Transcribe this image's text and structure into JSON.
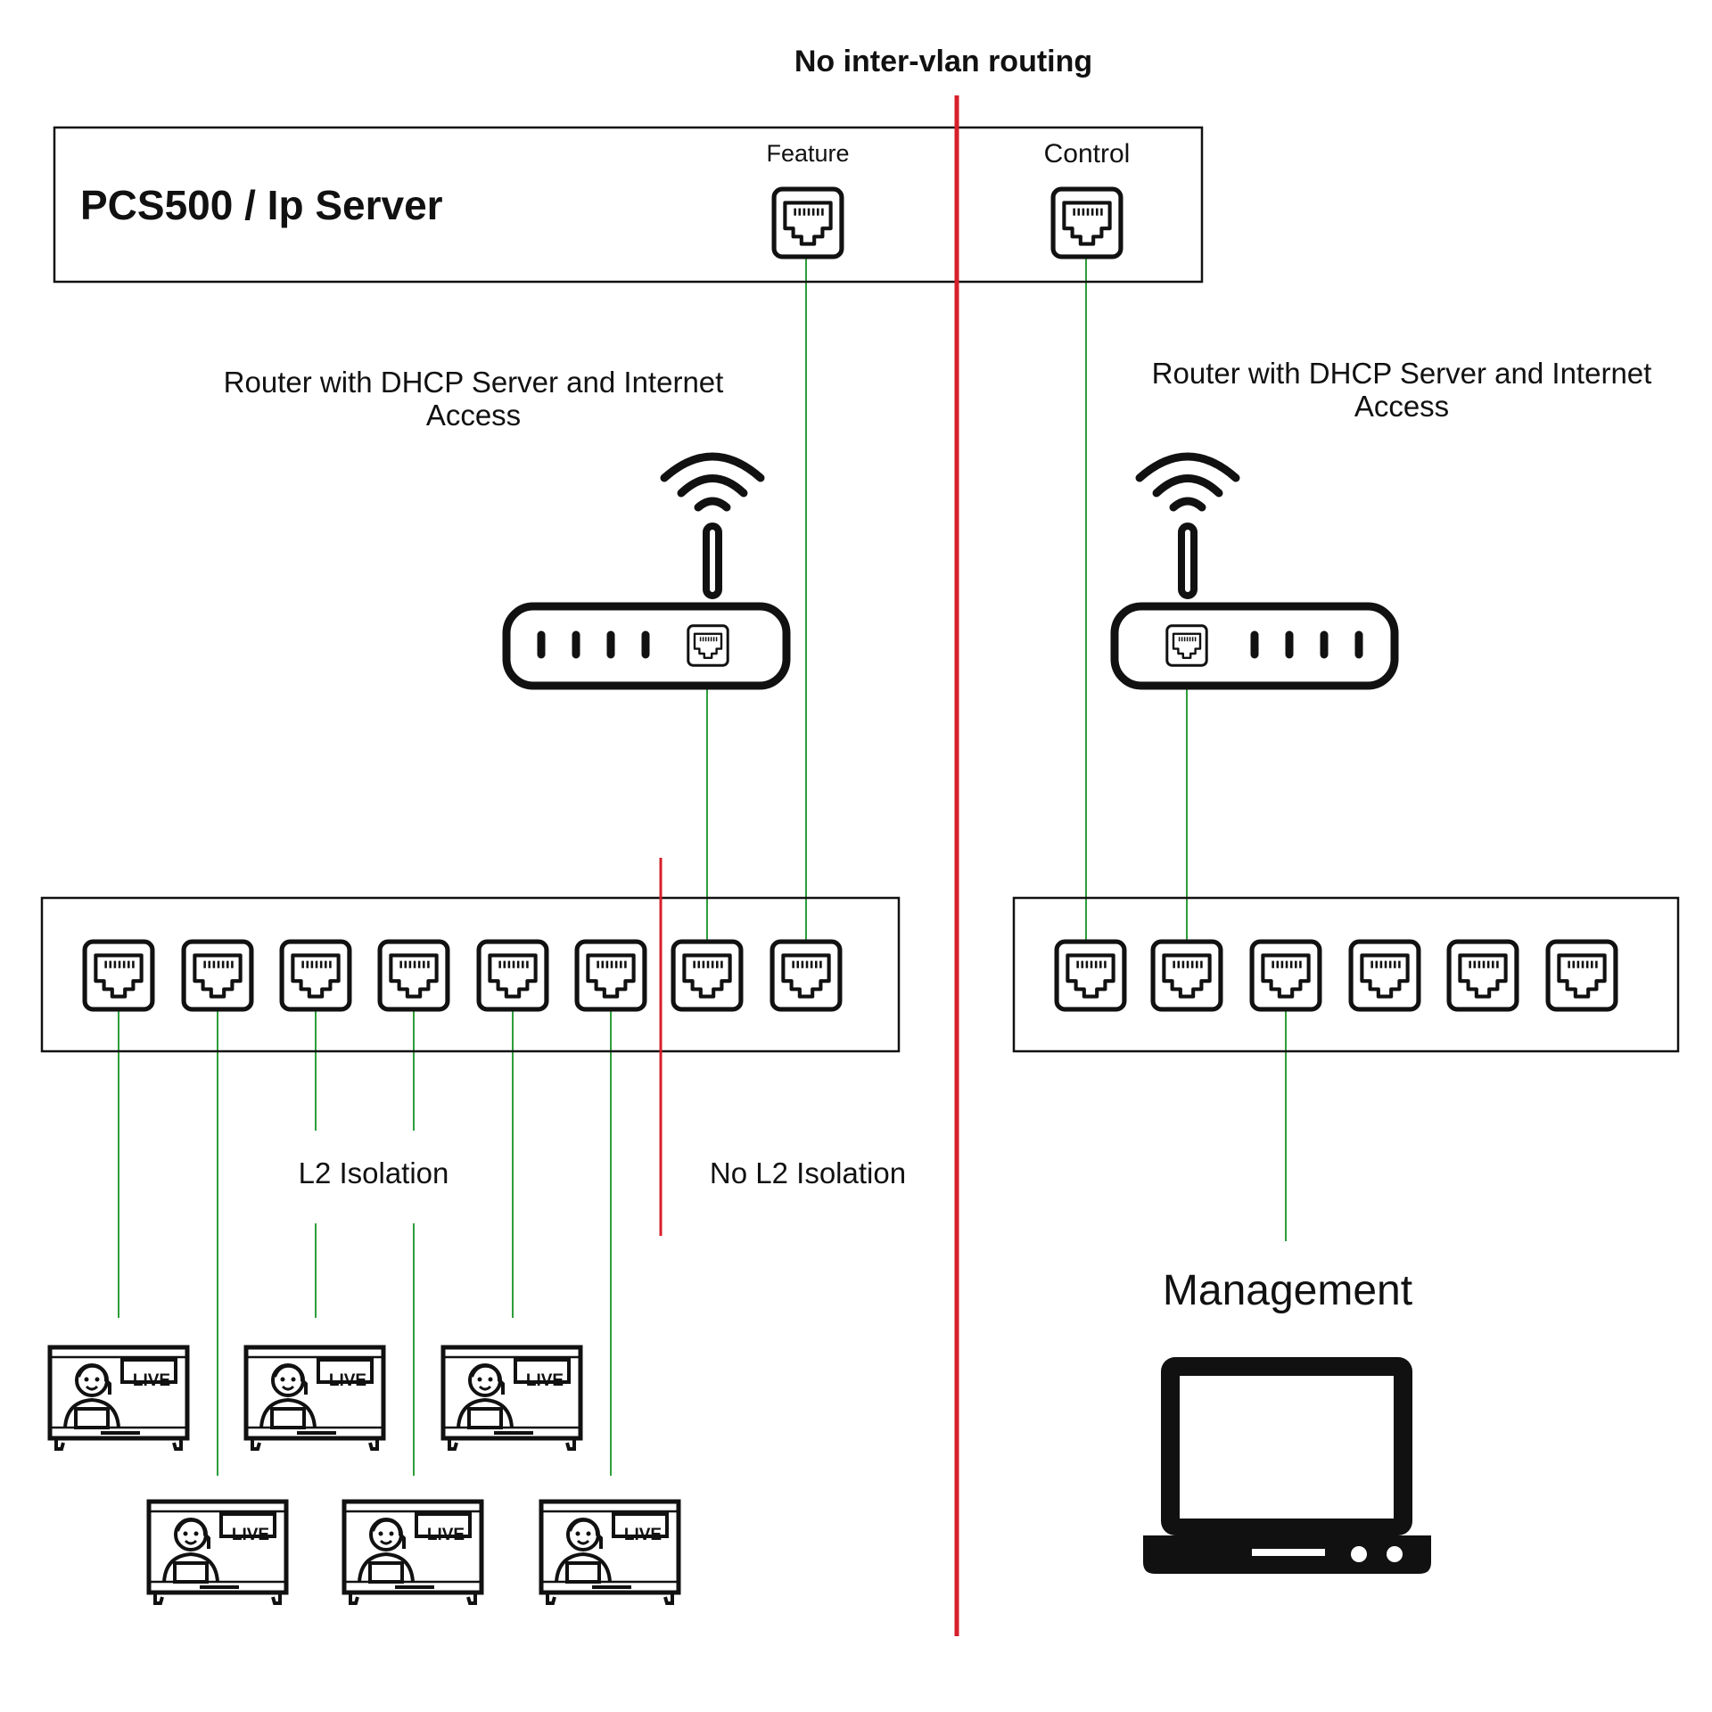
{
  "header": {
    "title": "No inter-vlan routing"
  },
  "server": {
    "label": "PCS500 / Ip Server",
    "ports": [
      {
        "label": "Feature"
      },
      {
        "label": "Control"
      }
    ]
  },
  "routers": [
    {
      "label_line1": "Router with DHCP Server and Internet",
      "label_line2": "Access"
    },
    {
      "label_line1": "Router with DHCP Server and Internet",
      "label_line2": "Access"
    }
  ],
  "zones": {
    "l2_isolation": "L2 Isolation",
    "no_l2_isolation": "No L2 Isolation"
  },
  "management": {
    "label": "Management"
  },
  "tv_badge": "LIVE",
  "colors": {
    "link": "#2e9e3a",
    "barrier": "#d61f2b",
    "outline": "#111111"
  },
  "icons": [
    "ethernet-port-icon",
    "router-icon",
    "wifi-signal-icon",
    "live-tv-icon",
    "laptop-icon"
  ]
}
